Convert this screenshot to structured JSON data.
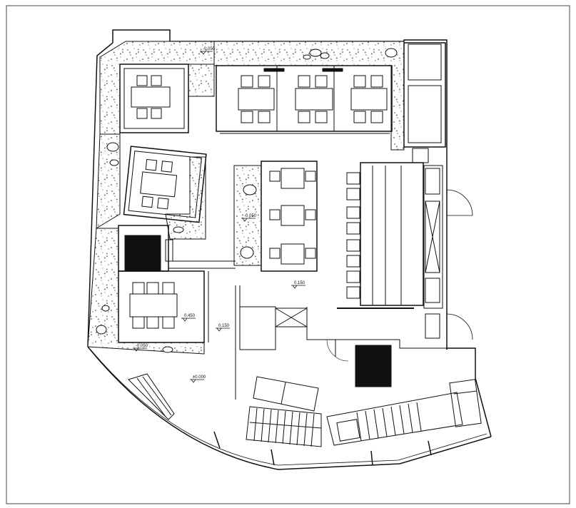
{
  "levels": {
    "courtyard": "-0.050",
    "terrace_left": "-0.050",
    "bottom_left": "-0.050",
    "dining_center": "0.150",
    "booth_area": "0.450",
    "step": "0.150",
    "street": "±0.000"
  }
}
